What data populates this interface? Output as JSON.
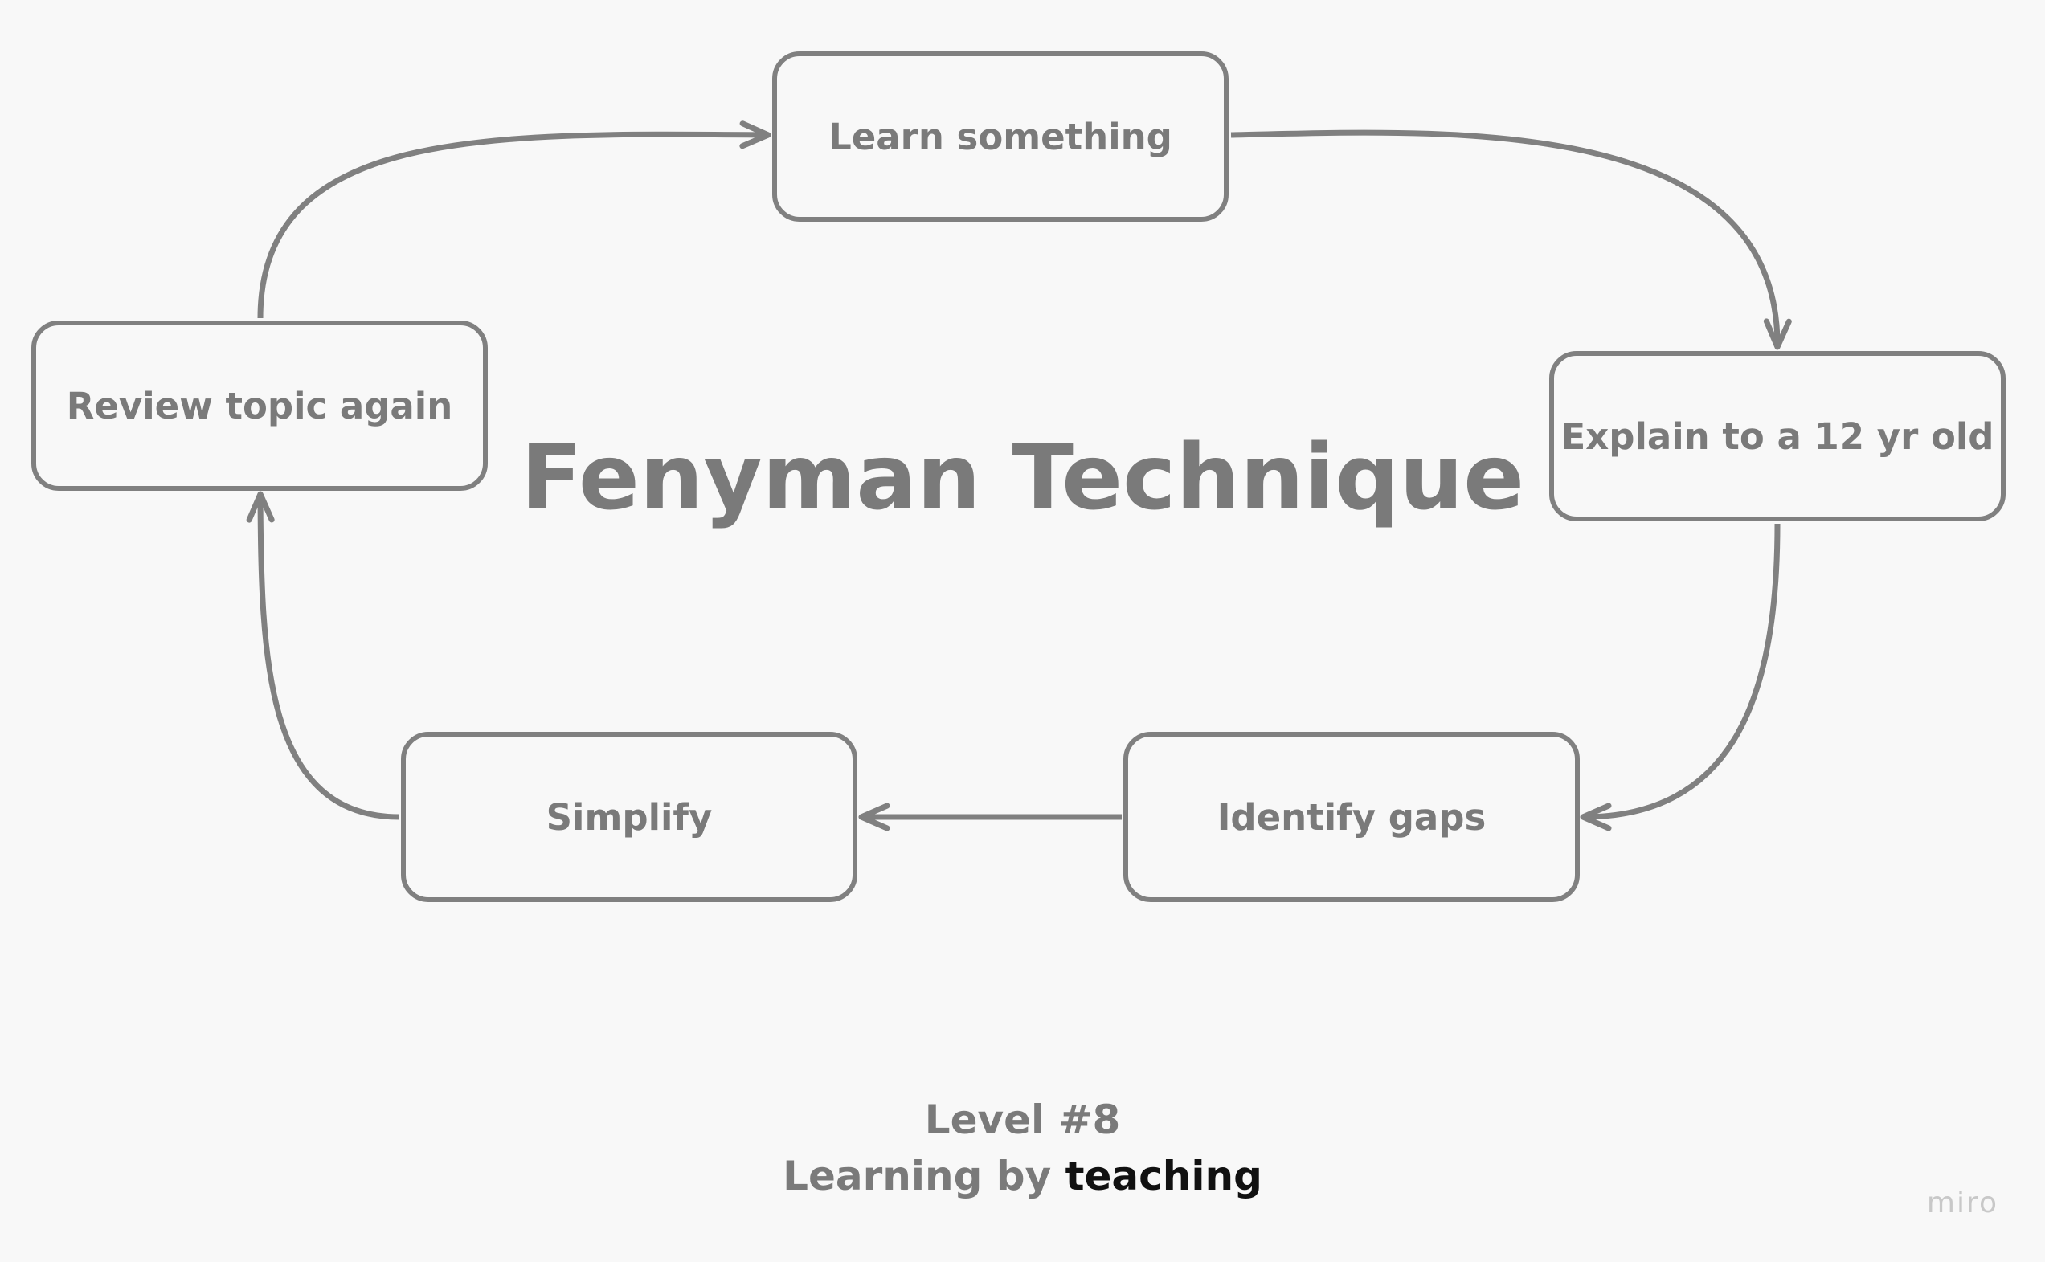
{
  "colors": {
    "background": "#f8f8f8",
    "stroke": "#808080",
    "text": "#7a7a7a",
    "emphasis": "#111111",
    "watermark": "#c8c8c8"
  },
  "title": "Fenyman Technique",
  "nodes": {
    "learn": "Learn something",
    "explain": "Explain to a 12 yr old",
    "gaps": "Identify gaps",
    "simplify": "Simplify",
    "review": "Review topic again"
  },
  "footer": {
    "level": "Level #8",
    "learning_prefix": "Learning by",
    "learning_emphasis": "teaching"
  },
  "watermark": "miro"
}
